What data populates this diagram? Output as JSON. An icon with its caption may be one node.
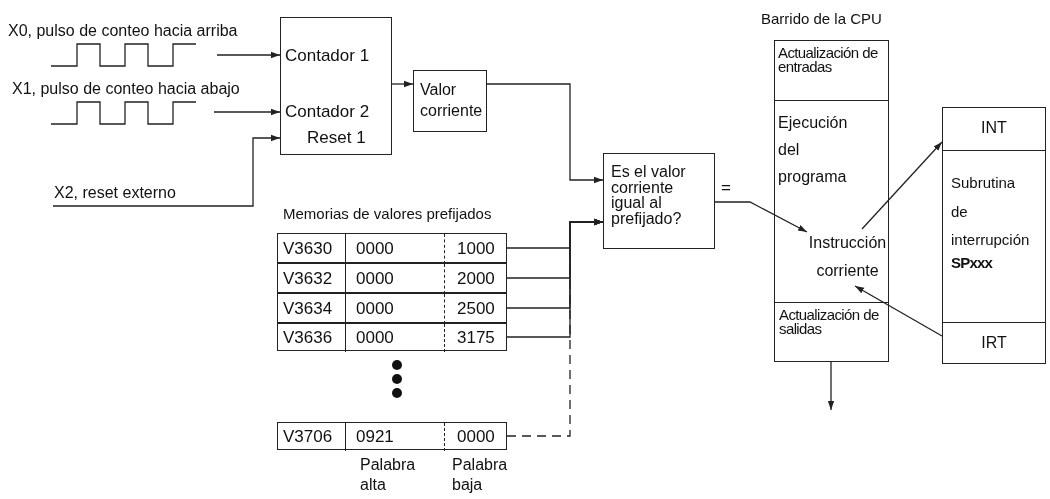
{
  "diagram": {
    "nodes": [
      {
        "text": [
          "X0, pulso de conteo hacia arriba"
        ]
      },
      {
        "text": [
          "X1, pulso de conteo hacia abajo"
        ]
      },
      {
        "text": [
          "X2, reset externo"
        ]
      },
      {
        "text": [
          "Contador 1",
          "Contador 2",
          "Reset 1"
        ]
      },
      {
        "text": [
          "Valor corriente"
        ]
      },
      {
        "text": [
          "Es el valor corriente igual al prefijado?"
        ]
      },
      {
        "text": [
          "Memorias de valores prefijados"
        ]
      },
      {
        "text": [
          "V3630",
          "0000",
          "1000"
        ],
        "in": 6
      },
      {
        "text": [
          "V3632",
          "0000",
          "2000"
        ],
        "in": 6
      },
      {
        "text": [
          "V3634",
          "0000",
          "2500"
        ],
        "in": 6
      },
      {
        "text": [
          "V3636",
          "0000",
          "3175"
        ],
        "in": 6
      },
      {
        "text": [
          "V3706",
          "0921",
          "0000"
        ],
        "in": 6
      },
      {
        "text": [
          "Barrido de la CPU"
        ]
      },
      {
        "text": [
          "Actualización de entradas"
        ],
        "in": 12
      },
      {
        "text": [
          "Ejecución del programa"
        ],
        "in": 12
      },
      {
        "text": [
          "Instrucción corriente"
        ],
        "in": 14
      },
      {
        "text": [
          "Actualización de salidas"
        ],
        "in": 12
      },
      {
        "text": [
          "INT"
        ]
      },
      {
        "text": [
          "Subrutina de interrupción",
          "SPxxx"
        ]
      },
      {
        "text": [
          "IRT"
        ]
      }
    ],
    "edges": [
      {
        "from": 0,
        "to": 3,
        "arrow": "to"
      },
      {
        "from": 1,
        "to": 3,
        "arrow": "to"
      },
      {
        "from": 2,
        "to": 3,
        "arrow": "to"
      },
      {
        "from": 3,
        "to": 4,
        "arrow": "to"
      },
      {
        "from": 4,
        "to": 5,
        "arrow": "to"
      },
      {
        "from": 7,
        "to": 5,
        "arrow": "to"
      },
      {
        "from": 8,
        "to": 5,
        "arrow": "to"
      },
      {
        "from": 9,
        "to": 5,
        "arrow": "to"
      },
      {
        "from": 10,
        "to": 5,
        "arrow": "to"
      },
      {
        "from": 11,
        "to": 5,
        "arrow": "to",
        "style": "dashed"
      },
      {
        "from": 5,
        "to": 15,
        "arrow": "to",
        "label": "="
      },
      {
        "from": 15,
        "to": 17,
        "arrow": "to"
      },
      {
        "from": 19,
        "to": 15,
        "arrow": "to"
      },
      {
        "from": 16,
        "to": null,
        "arrow": "to"
      }
    ],
    "labels": [
      "Palabra alta",
      "Palabra baja"
    ]
  }
}
